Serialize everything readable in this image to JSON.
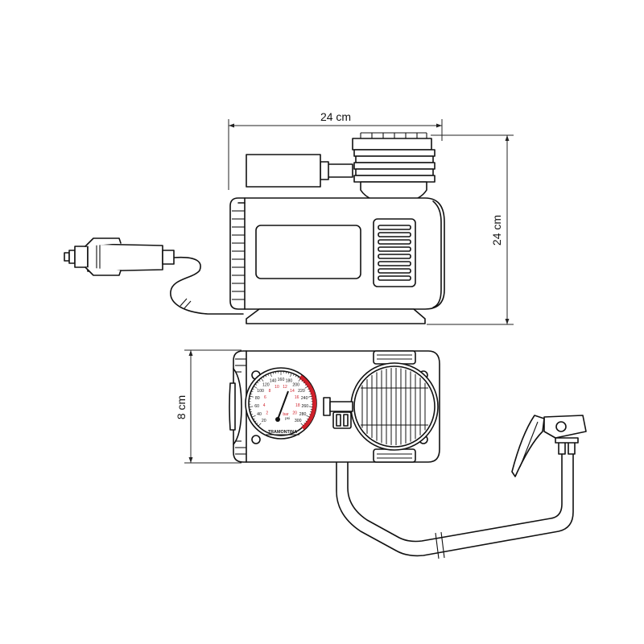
{
  "dimensions": {
    "width": "24 cm",
    "height": "24 cm",
    "depth": "8 cm"
  },
  "gauge": {
    "psi_labels": [
      "20",
      "40",
      "60",
      "80",
      "100",
      "120",
      "140",
      "160",
      "180",
      "200",
      "220",
      "240",
      "260",
      "280",
      "300"
    ],
    "bar_labels": [
      "2",
      "4",
      "6",
      "8",
      "10",
      "12",
      "14",
      "16",
      "18",
      "20"
    ],
    "unit_bar": "bar",
    "unit_psi": "psi",
    "brand": "TRAMONTINA"
  },
  "colors": {
    "outline": "#111111",
    "gauge_red": "#d0202a"
  }
}
